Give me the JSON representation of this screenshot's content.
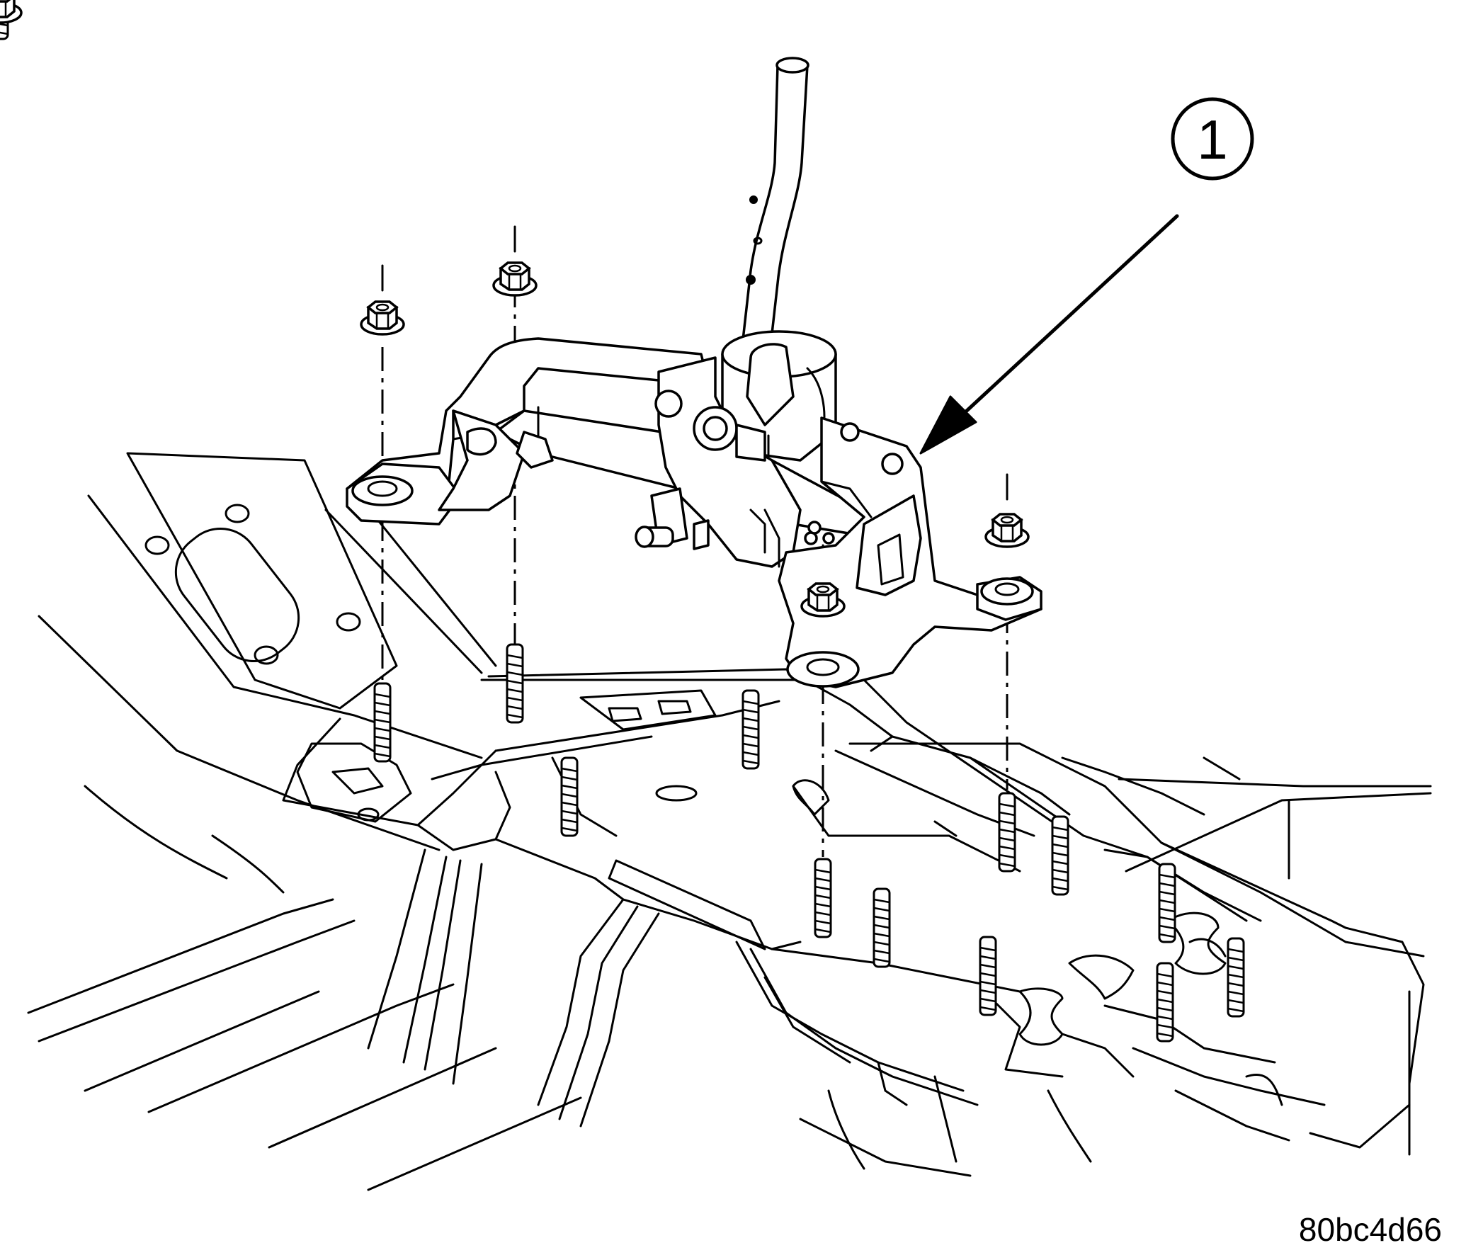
{
  "figure": {
    "callout_number": "1",
    "figure_code": "80bc4d66"
  },
  "parts": [
    {
      "callout": "1",
      "name": "shifter-assembly-icon"
    },
    {
      "name": "flange-nut-icon",
      "count": 4
    },
    {
      "name": "mounting-stud-icon",
      "count": 4
    },
    {
      "name": "floor-pan-icon"
    }
  ]
}
